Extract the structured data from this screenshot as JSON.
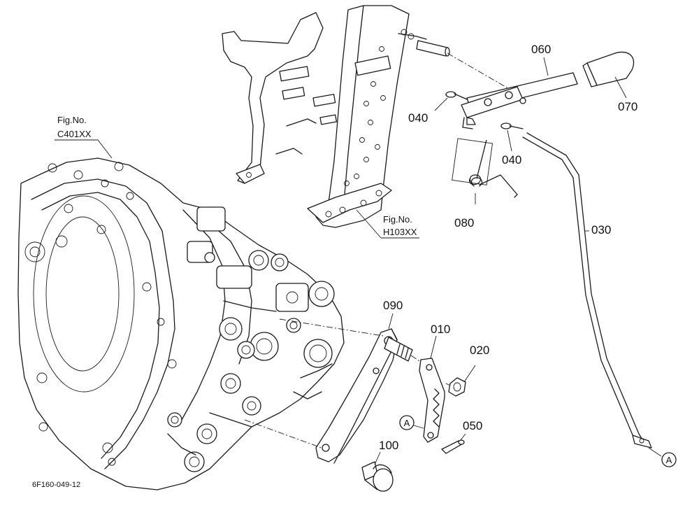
{
  "diagram": {
    "figure_code": "6F160-049-12",
    "callouts": {
      "p010": "010",
      "p020": "020",
      "p030": "030",
      "p040a": "040",
      "p040b": "040",
      "p050": "050",
      "p060": "060",
      "p070": "070",
      "p080": "080",
      "p090": "090",
      "p100": "100"
    },
    "references": {
      "ref1_label": "Fig.No.",
      "ref1_code": "C401XX",
      "ref2_label": "Fig.No.",
      "ref2_code": "H103XX"
    },
    "connector_marks": {
      "mark_a_left": "A",
      "mark_a_right": "A"
    }
  }
}
